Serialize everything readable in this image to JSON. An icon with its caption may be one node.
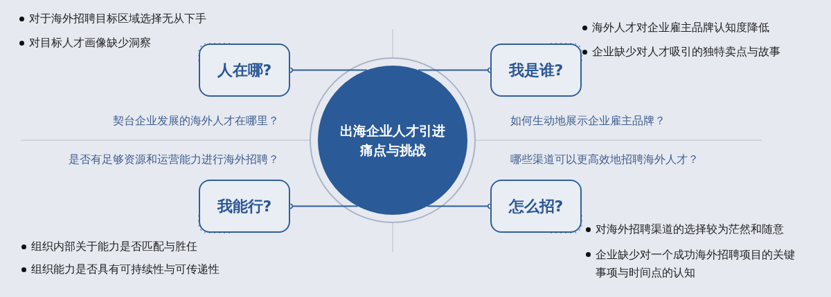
{
  "diagram": {
    "nodes": [
      {
        "text": [
          "出海企业人才引进痛点与挑战"
        ]
      },
      {
        "text": [
          "人在哪?"
        ]
      },
      {
        "text": [
          "我是谁?"
        ]
      },
      {
        "text": [
          "我能行?"
        ]
      },
      {
        "text": [
          "怎么招?"
        ]
      }
    ],
    "edges": [
      {
        "from": 1,
        "to": 0,
        "arrow": "other"
      },
      {
        "from": 2,
        "to": 0,
        "arrow": "other"
      },
      {
        "from": 3,
        "to": 0,
        "arrow": "other"
      },
      {
        "from": 4,
        "to": 0,
        "arrow": "other"
      }
    ],
    "labels": [
      "对于海外招聘目标区域选择无从下手",
      "海外人才对企业雇主品牌认知度降低",
      "对目标人才画像缺少洞察",
      "企业缺少对人才吸引的独特卖点与故事",
      "契台企业发展的海外人才在哪里？",
      "如何生动地展示企业雇主品牌？",
      "是否有足够资源和运营能力进行海外招聘？",
      "哪些渠道可以更高效地招聘海外人才？",
      "对海外招聘渠道的选择较为茫然和随意",
      "组织内部关于能力是否匹配与胜任",
      "企业缺少对一个成功海外招聘项目的关键事项与时间点的认知",
      "组织能力是否具有可持续性与可传递性"
    ]
  }
}
